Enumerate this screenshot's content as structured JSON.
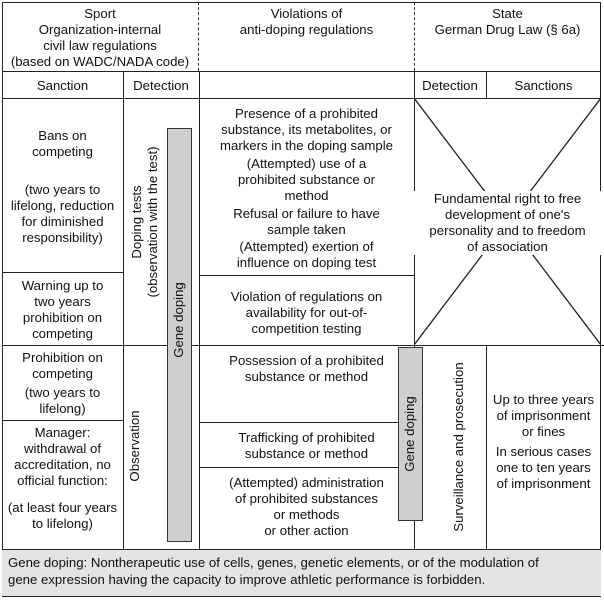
{
  "headers": {
    "sport": "Sport\nOrganization-internal\ncivil law regulations\n(based on WADC/NADA code)",
    "violations": "Violations of\nanti-doping regulations",
    "state": "State\nGerman Drug Law (§ 6a)"
  },
  "subheaders": {
    "sport_sanction": "Sanction",
    "sport_detection": "Detection",
    "state_detection": "Detection",
    "state_sanctions": "Sanctions"
  },
  "sport_sanctions": {
    "bans": "Bans on\ncompeting",
    "bans_detail": "(two years to\nlifelong, reduction\nfor diminished\nresponsibility)",
    "warning": "Warning up to\ntwo years\nprohibition on\ncompeting",
    "prohibition": "Prohibition on\ncompeting",
    "prohibition_detail": "(two years to\nlifelong)",
    "manager": "Manager:\nwithdrawal of\naccreditation, no\nofficial function:",
    "manager_detail": "(at least four years\nto lifelong)"
  },
  "sport_detection": {
    "doping_tests": "Doping tests\n(observation with the test)",
    "observation": "Observation"
  },
  "gene_doping_label": "Gene doping",
  "violations": {
    "presence": "Presence of a prohibited\nsubstance, its metabolites, or\nmarkers in the doping sample",
    "use": "(Attempted) use of a\nprohibited substance or\nmethod",
    "refusal": "Refusal or failure to have\nsample taken",
    "exertion": "(Attempted) exertion of\ninfluence on doping test",
    "availability": "Violation of regulations on\navailability for out-of-\ncompetition testing",
    "possession": "Possession of a prohibited\nsubstance or method",
    "trafficking": "Trafficking of prohibited\nsubstance or method",
    "administration": "(Attempted) administration\nof prohibited substances\nor methods\nor other action"
  },
  "state": {
    "fundamental_right": "Fundamental right to free\ndevelopment of one's\npersonality and to freedom\nof association",
    "surveillance": "Surveillance and prosecution",
    "imprisonment": "Up to three years\nof imprisonment\nor fines",
    "serious_cases": "In serious cases\none to ten years\nof imprisonment"
  },
  "footer": "Gene doping: Nontherapeutic use of cells, genes, genetic elements, or of the modulation of\ngene expression having the capacity to improve athletic performance is forbidden."
}
